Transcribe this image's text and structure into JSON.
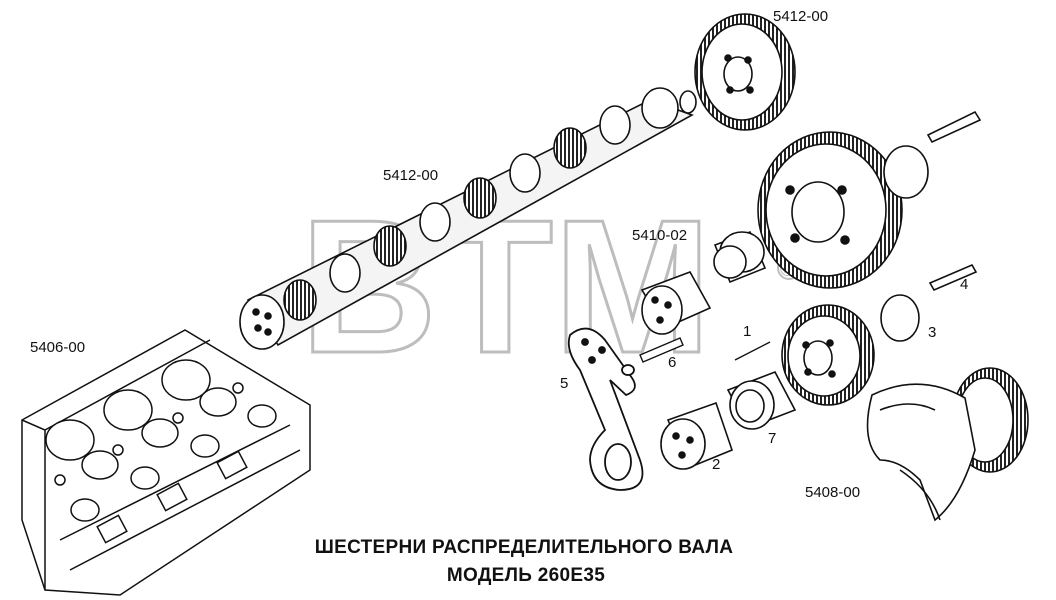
{
  "diagram": {
    "title_line1": "ШЕСТЕРНИ РАСПРЕДЕЛИТЕЛЬНОГО ВАЛА",
    "title_line2": "МОДЕЛЬ 260Е35",
    "watermark": "BTM",
    "watermark_mark": "®",
    "group_labels": {
      "camshaft_gear": "5412-00",
      "camshaft": "5412-00",
      "bushings": "5410-02",
      "engine_block": "5406-00",
      "crankshaft": "5408-00"
    },
    "part_numbers": {
      "p1": "1",
      "p2": "2",
      "p3": "3",
      "p4": "4",
      "p5": "5",
      "p6": "6",
      "p7": "7"
    },
    "colors": {
      "ink": "#111111",
      "watermark": "#c8c8c8"
    }
  }
}
